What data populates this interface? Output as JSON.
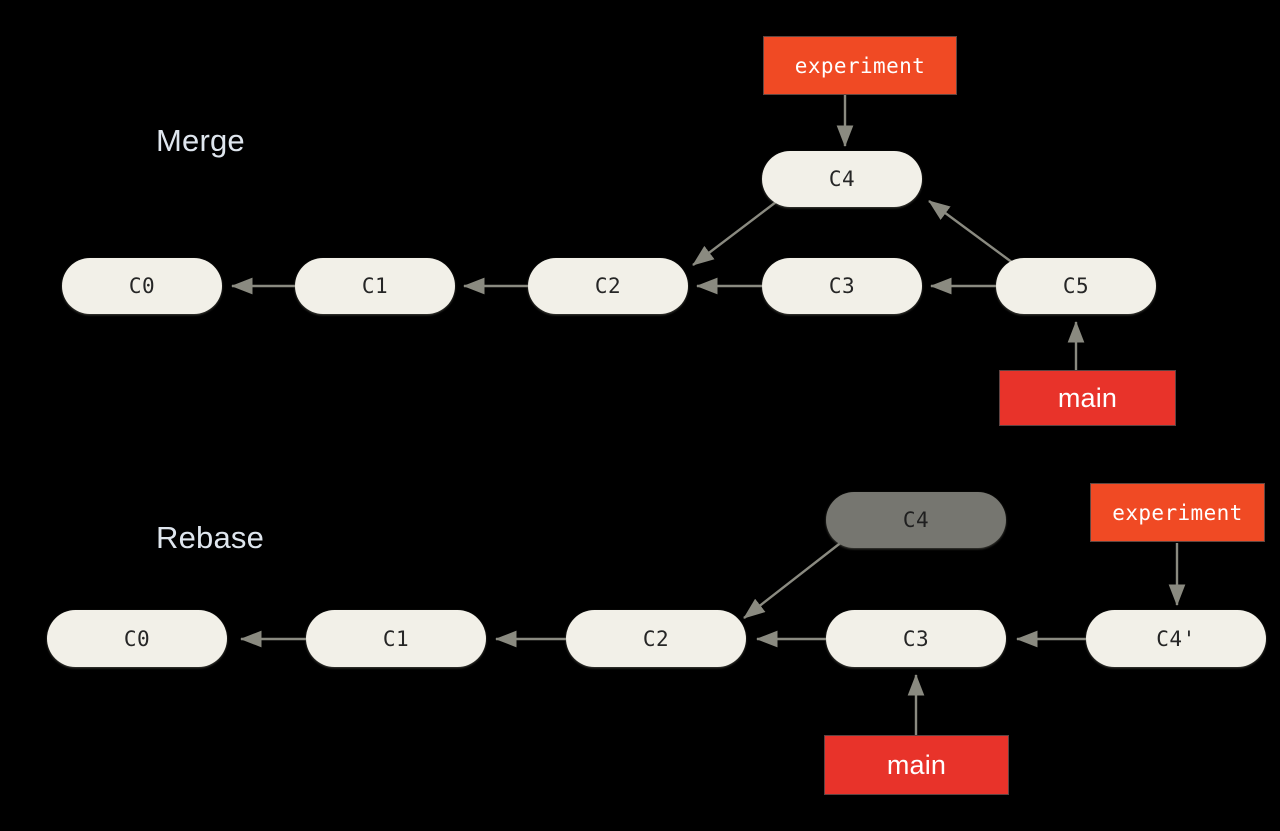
{
  "diagram": {
    "background_color": "#000000",
    "node_fill_color": "#f2f0e8",
    "node_obsolete_fill_color": "#767670",
    "edge_color": "#8a8a80",
    "heading_color": "#dfe6ee",
    "experiment_label_color": "#f04a24",
    "main_label_color": "#e8332a"
  },
  "sections": {
    "merge": {
      "heading": "Merge",
      "commits": [
        {
          "id": "merge-c0",
          "label": "C0"
        },
        {
          "id": "merge-c1",
          "label": "C1"
        },
        {
          "id": "merge-c2",
          "label": "C2"
        },
        {
          "id": "merge-c3",
          "label": "C3"
        },
        {
          "id": "merge-c4",
          "label": "C4"
        },
        {
          "id": "merge-c5",
          "label": "C5"
        }
      ],
      "refs": [
        {
          "id": "merge-experiment",
          "label": "experiment",
          "points_to": "C4"
        },
        {
          "id": "merge-main",
          "label": "main",
          "points_to": "C5"
        }
      ],
      "edges": [
        {
          "from": "C1",
          "to": "C0"
        },
        {
          "from": "C2",
          "to": "C1"
        },
        {
          "from": "C3",
          "to": "C2"
        },
        {
          "from": "C4",
          "to": "C2"
        },
        {
          "from": "C5",
          "to": "C3"
        },
        {
          "from": "C5",
          "to": "C4"
        }
      ]
    },
    "rebase": {
      "heading": "Rebase",
      "commits": [
        {
          "id": "rebase-c0",
          "label": "C0"
        },
        {
          "id": "rebase-c1",
          "label": "C1"
        },
        {
          "id": "rebase-c2",
          "label": "C2"
        },
        {
          "id": "rebase-c3",
          "label": "C3"
        },
        {
          "id": "rebase-c4-old",
          "label": "C4",
          "obsolete": true
        },
        {
          "id": "rebase-c4-prime",
          "label": "C4'"
        }
      ],
      "refs": [
        {
          "id": "rebase-experiment",
          "label": "experiment",
          "points_to": "C4'"
        },
        {
          "id": "rebase-main",
          "label": "main",
          "points_to": "C3"
        }
      ],
      "edges": [
        {
          "from": "C1",
          "to": "C0"
        },
        {
          "from": "C2",
          "to": "C1"
        },
        {
          "from": "C3",
          "to": "C2"
        },
        {
          "from": "C4",
          "to": "C2"
        },
        {
          "from": "C4'",
          "to": "C3"
        }
      ]
    }
  }
}
